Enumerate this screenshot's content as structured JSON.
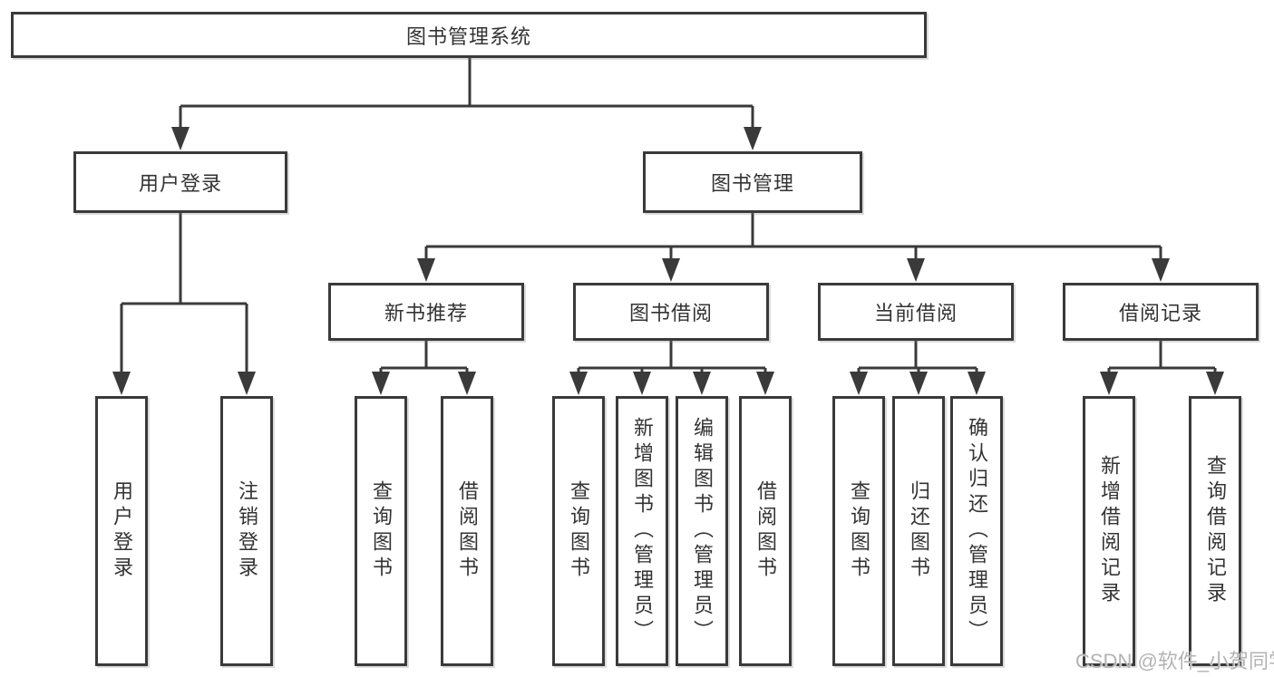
{
  "diagram": {
    "tree": {
      "label": "图书管理系统",
      "children": [
        {
          "label": "用户登录",
          "children": [
            {
              "label": "用户登录"
            },
            {
              "label": "注销登录"
            }
          ]
        },
        {
          "label": "图书管理",
          "children": [
            {
              "label": "新书推荐",
              "children": [
                {
                  "label": "查询图书"
                },
                {
                  "label": "借阅图书"
                }
              ]
            },
            {
              "label": "图书借阅",
              "children": [
                {
                  "label": "查询图书"
                },
                {
                  "label": "新增图书（管理员）"
                },
                {
                  "label": "编辑图书（管理员）"
                },
                {
                  "label": "借阅图书"
                }
              ]
            },
            {
              "label": "当前借阅",
              "children": [
                {
                  "label": "查询图书"
                },
                {
                  "label": "归还图书"
                },
                {
                  "label": "确认归还（管理员）"
                }
              ]
            },
            {
              "label": "借阅记录",
              "children": [
                {
                  "label": "新增借阅记录"
                },
                {
                  "label": "查询借阅记录"
                }
              ]
            }
          ]
        }
      ]
    }
  },
  "watermark": {
    "text": "CSDN @软件_小贺同学"
  },
  "colors": {
    "line": "#3a3a3a",
    "text": "#333333",
    "background": "#ffffff",
    "watermark": "#b3b3b3"
  }
}
